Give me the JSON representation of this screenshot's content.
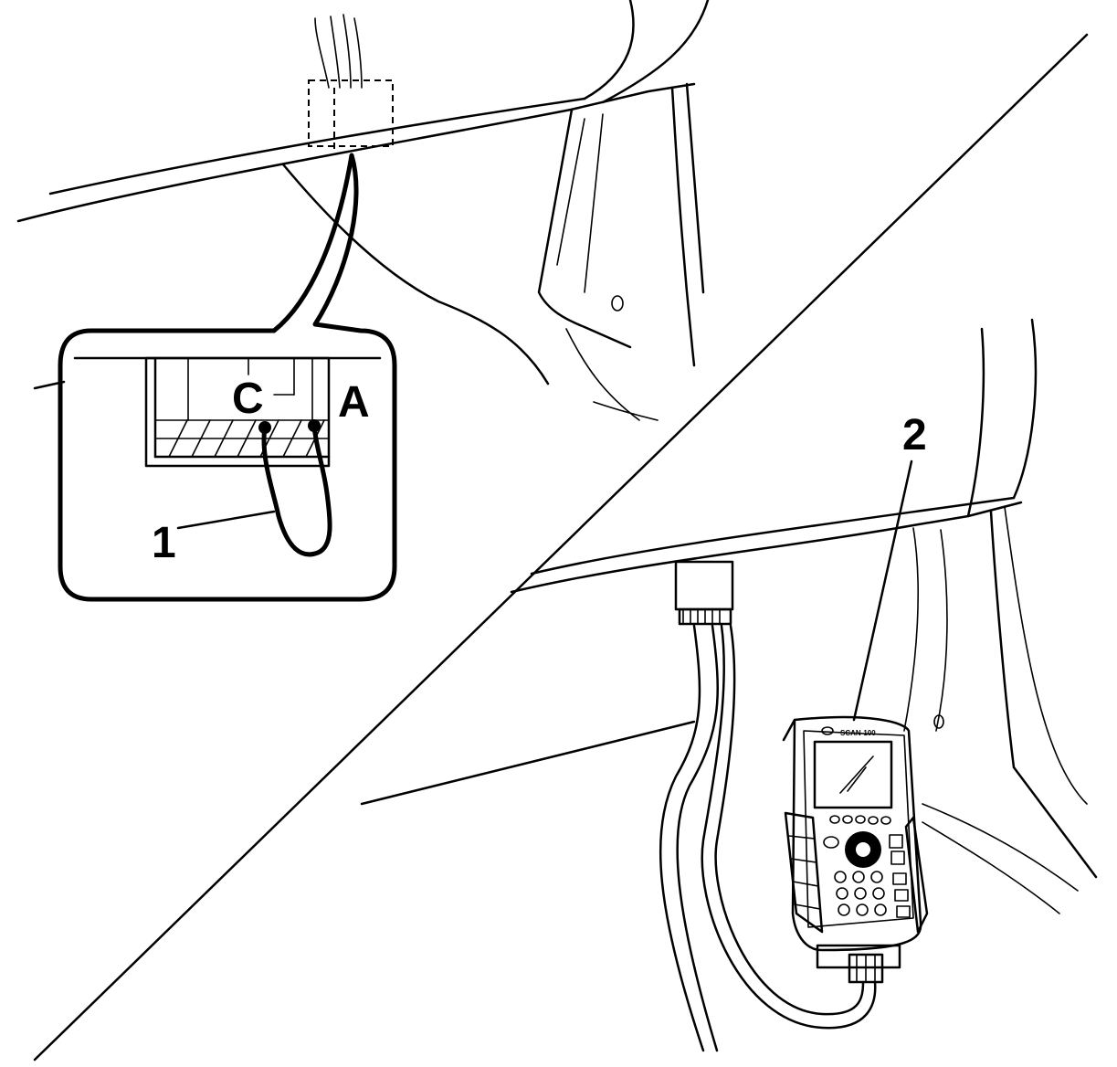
{
  "labels": {
    "jumper_callout": "1",
    "scan_tool_callout": "2",
    "terminal_c": "C",
    "terminal_a": "A",
    "scan_tool_model": "SCAN-100"
  },
  "colors": {
    "line": "#000000",
    "background": "#ffffff"
  }
}
